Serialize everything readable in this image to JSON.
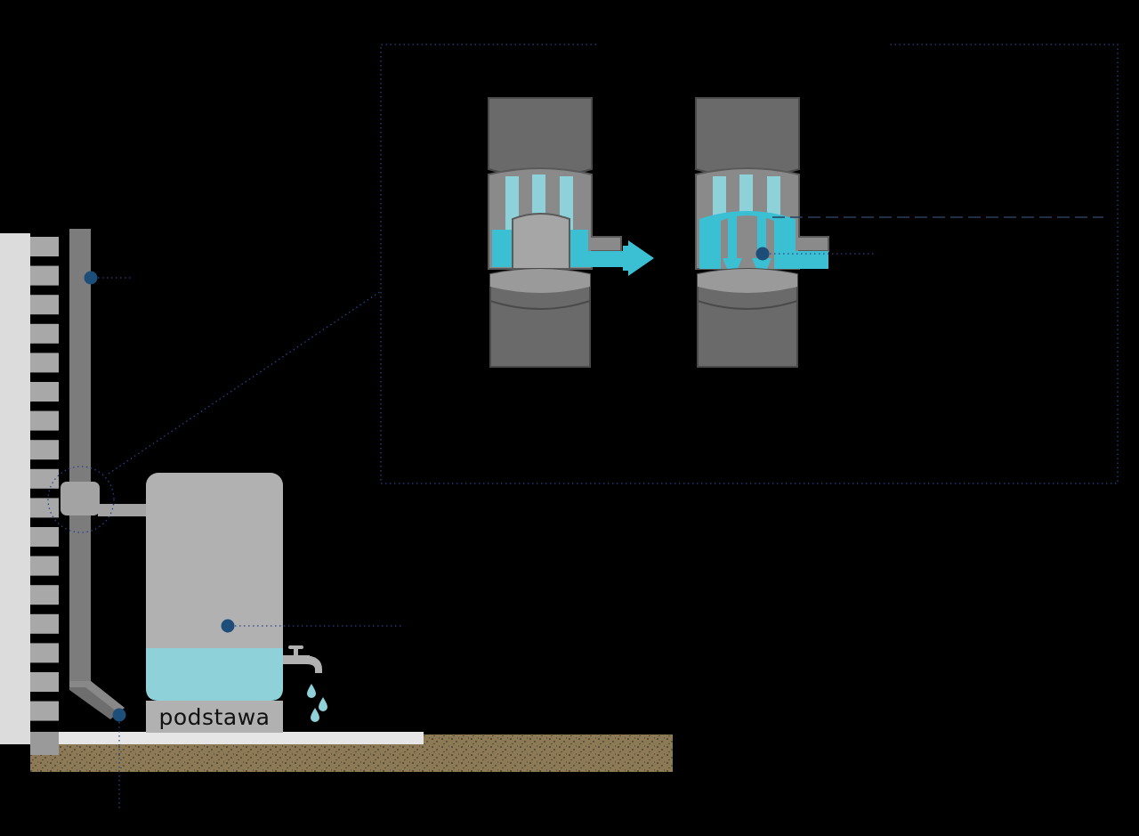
{
  "base": {
    "label": "podstawa"
  },
  "colors": {
    "background": "#000000",
    "wall": "#dcdcdc",
    "brick": "#a8a8a8",
    "downpipe": "#7c7c7c",
    "tank": "#b1b1b1",
    "water": "#8fd1d8",
    "flow": "#3bbfd3",
    "ground": "#8b7a55",
    "marker": "#1d4e7a",
    "guide": "#27438a",
    "collector_body": "#6a6a6a"
  },
  "icons": [
    "marker-dot",
    "flow-arrow",
    "faucet-icon",
    "water-drop-icon"
  ]
}
